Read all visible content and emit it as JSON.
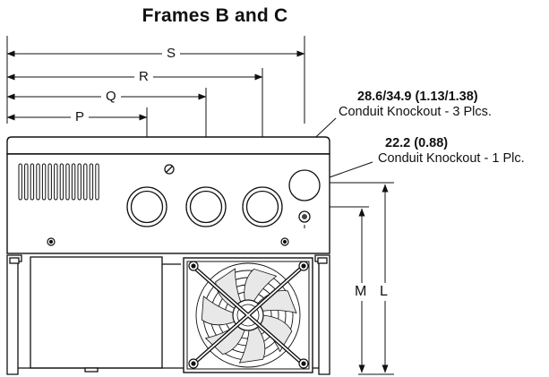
{
  "title": "Frames B and C",
  "dimensions": {
    "s": "S",
    "r": "R",
    "q": "Q",
    "p": "P",
    "m": "M",
    "l": "L"
  },
  "callouts": [
    {
      "size": "28.6/34.9 (1.13/1.38)",
      "description": "Conduit Knockout - 3 Plcs."
    },
    {
      "size": "22.2 (0.88)",
      "description": "Conduit Knockout - 1 Plc."
    }
  ]
}
